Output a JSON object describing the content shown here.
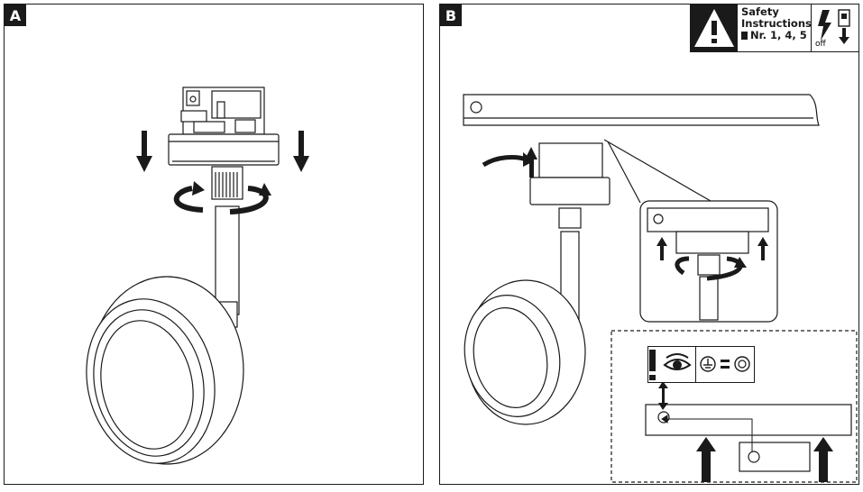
{
  "panels": [
    {
      "label": "A"
    },
    {
      "label": "B"
    }
  ],
  "safety": {
    "line1": "Safety",
    "line2": "Instructions",
    "nr": "Nr. 1, 4, 5",
    "off": "off",
    "icons": [
      "warning-triangle-icon",
      "document-icon",
      "lightning-icon",
      "switch-off-icon"
    ]
  },
  "icons": [
    "rotate-arrow-icon",
    "down-arrow-icon",
    "up-arrow-icon",
    "ground-symbol-icon",
    "eye-icon",
    "equals-icon",
    "circle-contact-icon",
    "exclamation-icon"
  ]
}
